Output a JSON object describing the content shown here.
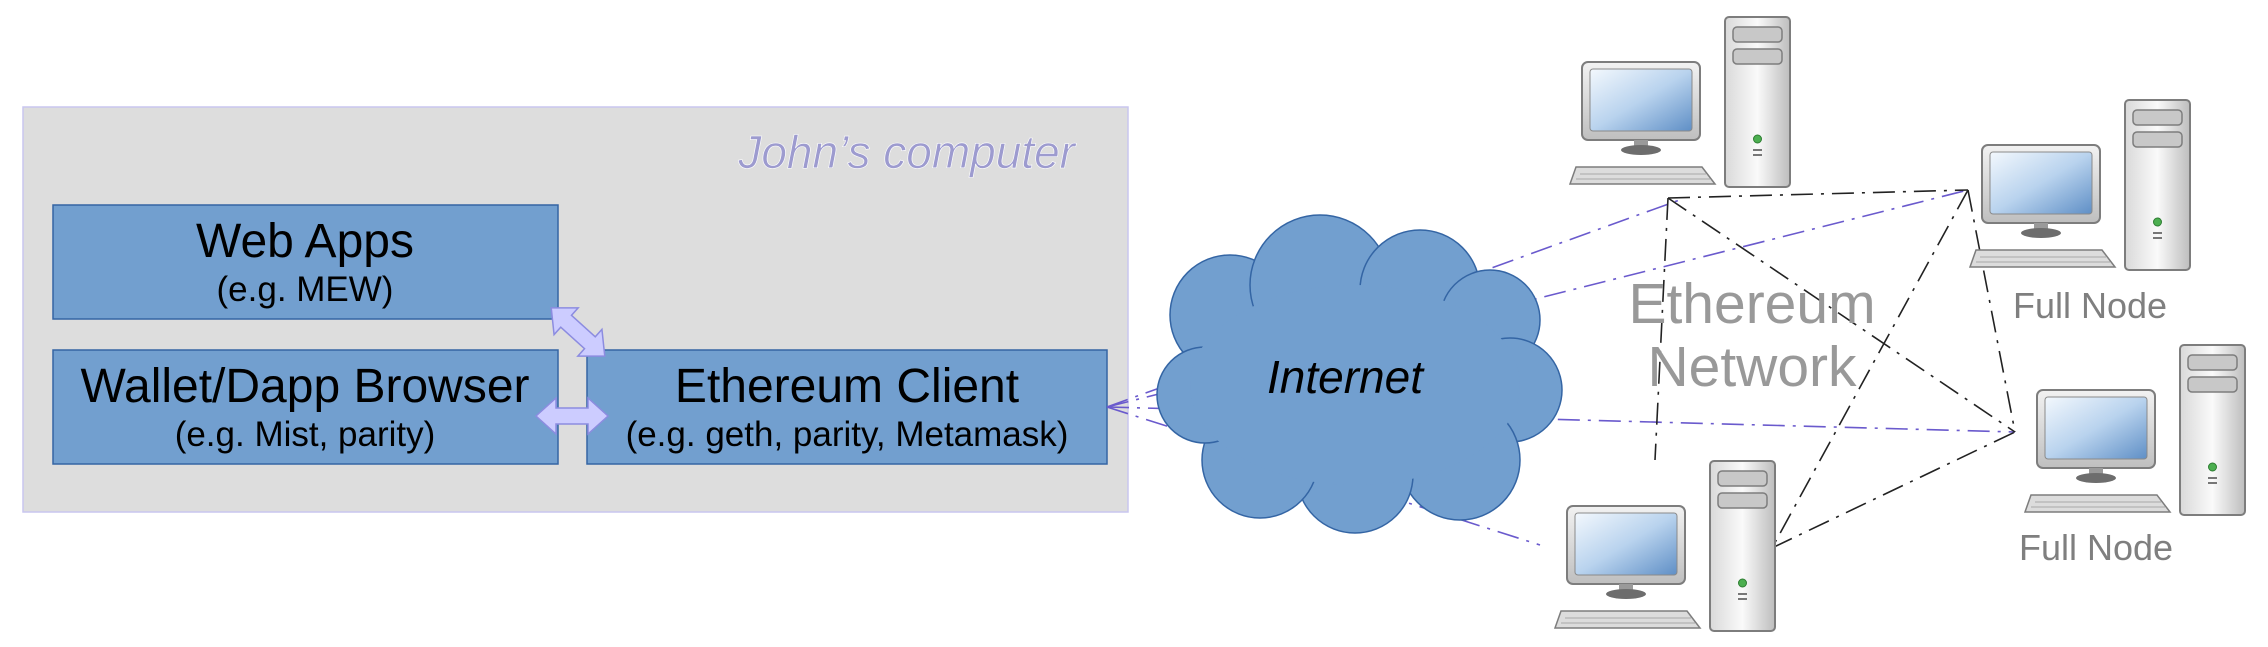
{
  "computer": {
    "title": "John’s computer"
  },
  "boxes": {
    "web_apps": {
      "title": "Web Apps",
      "subtitle": "(e.g. MEW)"
    },
    "wallet": {
      "title": "Wallet/Dapp Browser",
      "subtitle": "(e.g. Mist, parity)"
    },
    "client": {
      "title": "Ethereum Client",
      "subtitle": "(e.g. geth, parity, Metamask)"
    }
  },
  "internet": {
    "label": "Internet"
  },
  "network": {
    "line1": "Ethereum",
    "line2": "Network"
  },
  "nodes": {
    "node_right_top_label": "Full Node",
    "node_right_bottom_label": "Full Node"
  },
  "colors": {
    "box_fill": "#729fcf",
    "box_stroke": "#3465a4",
    "computer_bg": "#dddddd",
    "computer_title": "#9d9bcf",
    "cloud_fill": "#729fcf",
    "network_text": "#999999",
    "arrow_fill": "#ccccff",
    "link_line": "#6a5acd"
  },
  "icons": {
    "arrows": "double-arrow-icon",
    "cloud": "cloud-icon",
    "node": "desktop-computer-icon"
  }
}
